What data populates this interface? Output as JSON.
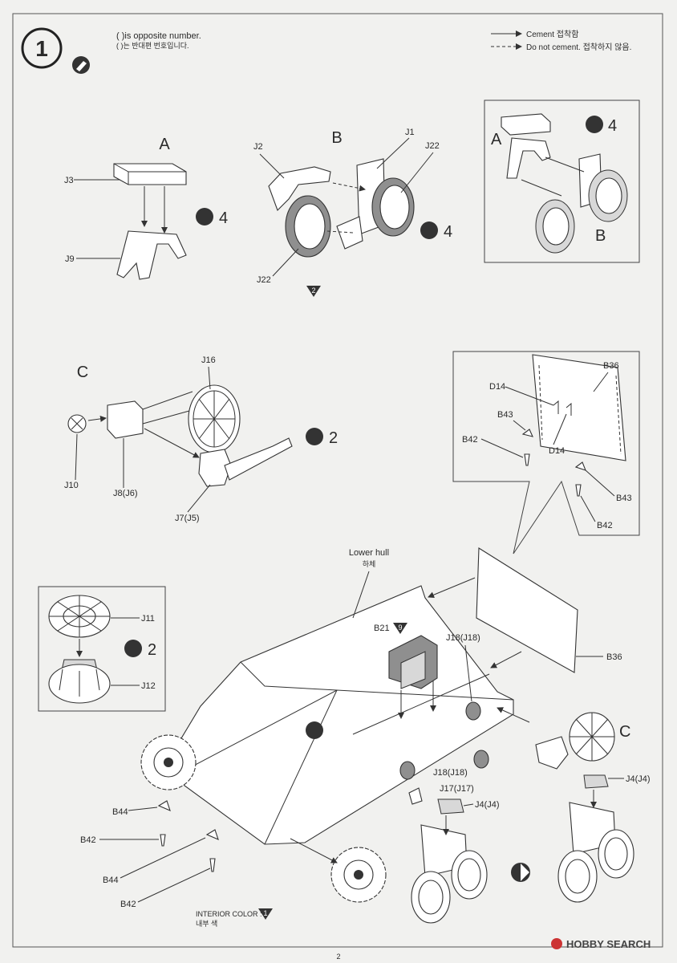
{
  "step": {
    "number": "1"
  },
  "notes": {
    "opposite_en": "( )is opposite number.",
    "opposite_ko": "( )는 반대편 번호입니다."
  },
  "legend": {
    "cement": "Cement 접착함",
    "no_cement": "Do not cement. 접착하지 않음."
  },
  "sub_a": {
    "title": "A",
    "parts": [
      "J3",
      "J9"
    ],
    "qty": "4"
  },
  "sub_b": {
    "title": "B",
    "parts": [
      "J2",
      "J1",
      "J22",
      "J22"
    ],
    "qty": "4",
    "color_ref": "2"
  },
  "sub_ab": {
    "label_a": "A",
    "label_b": "B",
    "qty": "4"
  },
  "sub_c": {
    "title": "C",
    "parts": [
      "J16",
      "J10",
      "J8(J6)",
      "J7(J5)"
    ],
    "qty": "2"
  },
  "detail_b36": {
    "parts": [
      "B36",
      "D14",
      "B43",
      "B42",
      "D14",
      "B43",
      "B42"
    ]
  },
  "sprocket": {
    "parts": [
      "J11",
      "J12"
    ],
    "qty": "2"
  },
  "main": {
    "lower_hull": "Lower hull",
    "lower_hull_ko": "하체",
    "b21": "B21",
    "b21_color": "9",
    "j18_top": "J18(J18)",
    "b36": "B36",
    "c": "C",
    "j4_right": "J4(J4)",
    "j18_mid": "J18(J18)",
    "j17": "J17(J17)",
    "j4_left": "J4(J4)",
    "b44_a": "B44",
    "b42_a": "B42",
    "b44_b": "B44",
    "b42_b": "B42"
  },
  "interior": {
    "label": "INTERIOR COLOR :",
    "label_ko": "내부 색",
    "color": "1"
  },
  "watermark": "HOBBY SEARCH",
  "page": "2"
}
